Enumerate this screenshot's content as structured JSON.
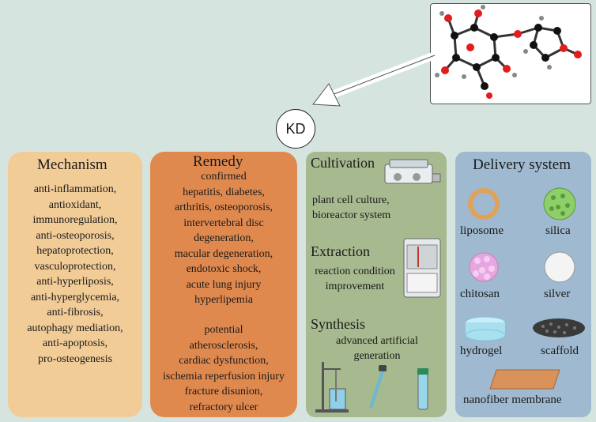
{
  "center": {
    "label": "KD"
  },
  "mechanism": {
    "title": "Mechanism",
    "items": [
      "anti-inflammation,",
      "antioxidant,",
      "immunoregulation,",
      "anti-osteoporosis,",
      "hepatoprotection,",
      "vasculoprotection,",
      "anti-hyperliposis,",
      "anti-hyperglycemia,",
      "anti-fibrosis,",
      "autophagy mediation,",
      "anti-apoptosis,",
      "pro-osteogenesis"
    ]
  },
  "remedy": {
    "title": "Remedy",
    "confirmed_heading": "confirmed",
    "confirmed": [
      "hepatitis, diabetes,",
      "arthritis, osteoporosis,",
      "intervertebral disc",
      "degeneration,",
      "macular degeneration,",
      "endotoxic shock,",
      "acute lung injury",
      "hyperlipemia"
    ],
    "potential_heading": "potential",
    "potential": [
      "atherosclerosis,",
      "cardiac dysfunction,",
      "ischemia reperfusion injury",
      "fracture disunion,",
      "refractory ulcer"
    ]
  },
  "production": {
    "cultivation_title": "Cultivation",
    "cultivation_lines": [
      "plant cell culture,",
      "bioreactor system"
    ],
    "extraction_title": "Extraction",
    "extraction_lines": [
      "reaction condition",
      "improvement"
    ],
    "synthesis_title": "Synthesis",
    "synthesis_lines": [
      "advanced artificial",
      "generation"
    ]
  },
  "delivery": {
    "title": "Delivery system",
    "liposome": "liposome",
    "silica": "silica",
    "chitosan": "chitosan",
    "silver": "silver",
    "hydrogel": "hydrogel",
    "scaffold": "scaffold",
    "nanofiber": "nanofiber membrane"
  },
  "colors": {
    "mechanism_panel": "#f2cc97",
    "remedy_panel": "#e0894f",
    "production_panel": "#a7b98f",
    "delivery_panel": "#9fbad0",
    "oxygen_atom": "#e11d1d",
    "carbon_atom": "#111111"
  }
}
